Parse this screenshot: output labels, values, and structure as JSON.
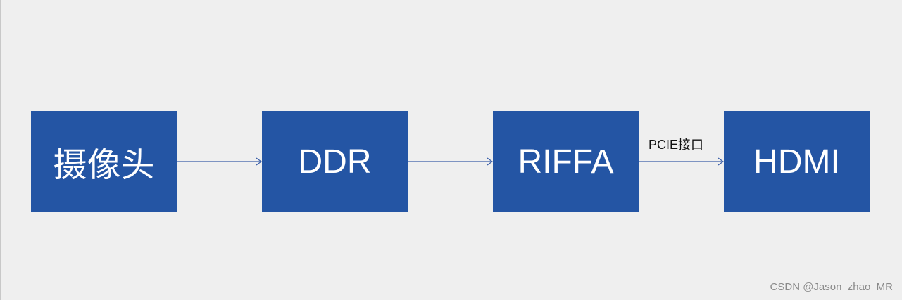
{
  "diagram": {
    "nodes": [
      {
        "id": "camera",
        "label": "摄像头"
      },
      {
        "id": "ddr",
        "label": "DDR"
      },
      {
        "id": "riffa",
        "label": "RIFFA"
      },
      {
        "id": "hdmi",
        "label": "HDMI"
      }
    ],
    "edges": [
      {
        "from": "camera",
        "to": "ddr",
        "label": ""
      },
      {
        "from": "ddr",
        "to": "riffa",
        "label": ""
      },
      {
        "from": "riffa",
        "to": "hdmi",
        "label": "PCIE接口"
      }
    ],
    "colors": {
      "node_fill": "#2455a4",
      "node_text": "#ffffff",
      "edge": "#3a5ea8",
      "background": "#efefef"
    }
  },
  "watermark": "CSDN @Jason_zhao_MR"
}
